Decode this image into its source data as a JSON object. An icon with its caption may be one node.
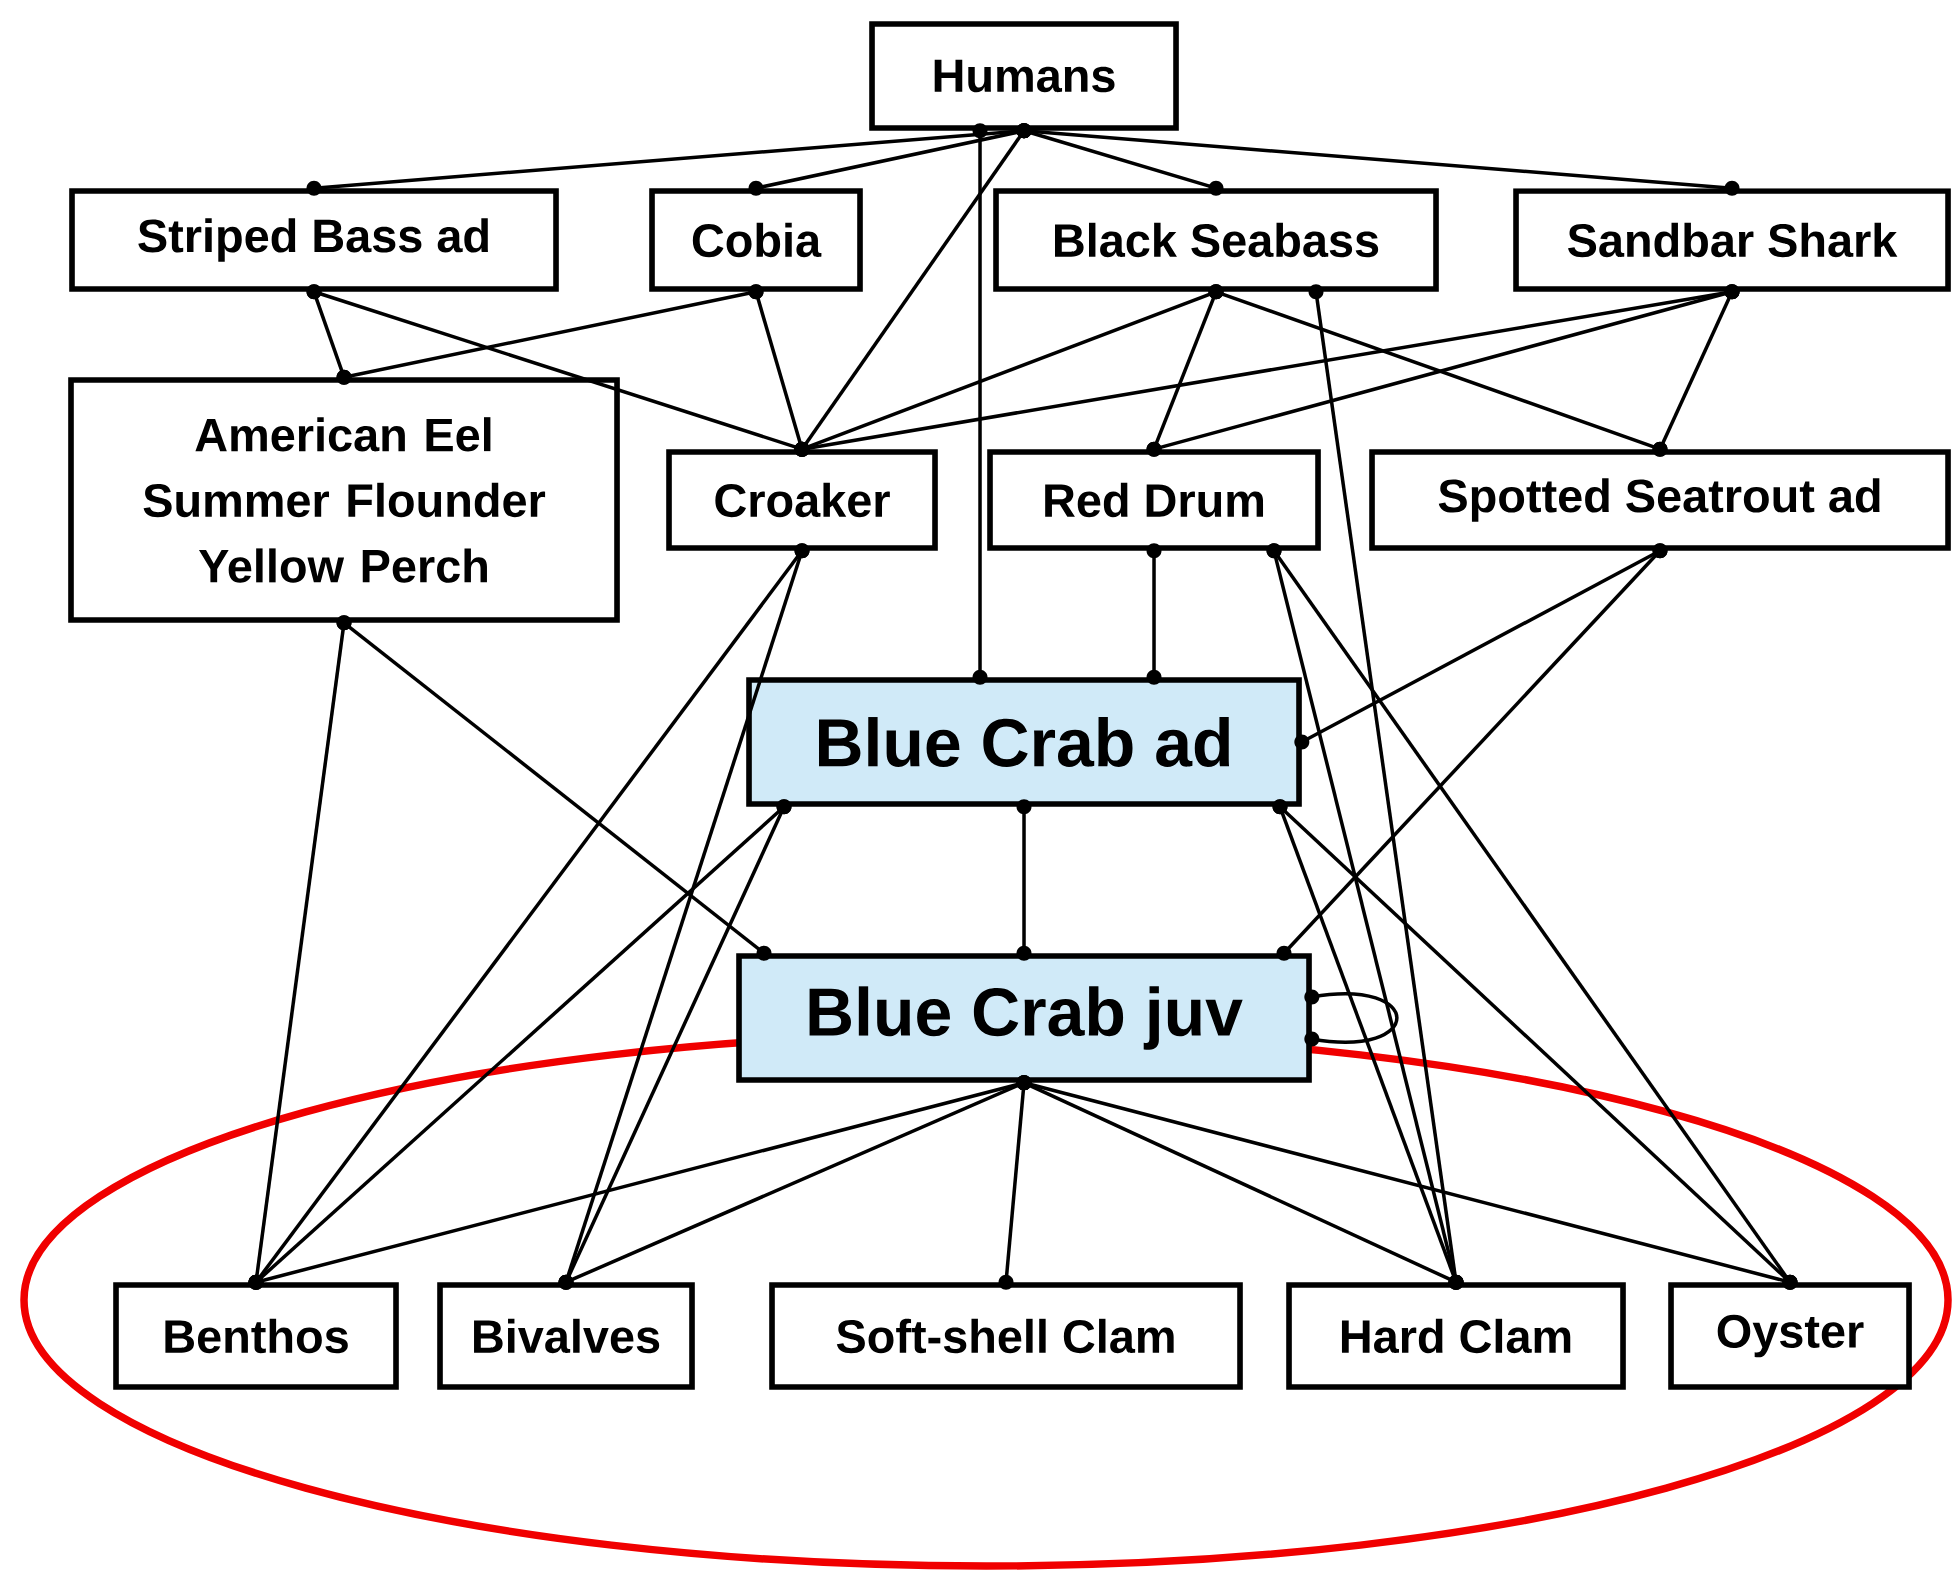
{
  "diagram": {
    "nodes": [
      {
        "text": [
          "Humans"
        ]
      },
      {
        "text": [
          "Striped Bass ad"
        ]
      },
      {
        "text": [
          "Cobia"
        ]
      },
      {
        "text": [
          "Black Seabass"
        ]
      },
      {
        "text": [
          "Sandbar Shark"
        ]
      },
      {
        "text": [
          "American Eel Summer Flounder Yellow Perch"
        ]
      },
      {
        "text": [
          "Croaker"
        ]
      },
      {
        "text": [
          "Red Drum"
        ]
      },
      {
        "text": [
          "Spotted Seatrout ad"
        ]
      },
      {
        "text": [
          "Blue Crab ad"
        ]
      },
      {
        "text": [
          "Blue Crab juv"
        ]
      },
      {
        "text": [
          "Benthos"
        ]
      },
      {
        "text": [
          "Bivalves"
        ]
      },
      {
        "text": [
          "Soft-shell Clam"
        ]
      },
      {
        "text": [
          "Hard Clam"
        ]
      },
      {
        "text": [
          "Oyster"
        ]
      }
    ],
    "edges": [
      {
        "from": 0,
        "to": 1,
        "arrow": "other"
      },
      {
        "from": 0,
        "to": 2,
        "arrow": "other"
      },
      {
        "from": 0,
        "to": 3,
        "arrow": "other"
      },
      {
        "from": 0,
        "to": 4,
        "arrow": "other"
      },
      {
        "from": 0,
        "to": 6,
        "arrow": "other"
      },
      {
        "from": 0,
        "to": 9,
        "arrow": "other"
      },
      {
        "from": 1,
        "to": 5,
        "arrow": "other"
      },
      {
        "from": 1,
        "to": 6,
        "arrow": "other"
      },
      {
        "from": 2,
        "to": 5,
        "arrow": "other"
      },
      {
        "from": 2,
        "to": 6,
        "arrow": "other"
      },
      {
        "from": 3,
        "to": 6,
        "arrow": "other"
      },
      {
        "from": 3,
        "to": 7,
        "arrow": "other"
      },
      {
        "from": 3,
        "to": 8,
        "arrow": "other"
      },
      {
        "from": 3,
        "to": 14,
        "arrow": "other"
      },
      {
        "from": 4,
        "to": 6,
        "arrow": "other"
      },
      {
        "from": 4,
        "to": 7,
        "arrow": "other"
      },
      {
        "from": 4,
        "to": 8,
        "arrow": "other"
      },
      {
        "from": 5,
        "to": 11,
        "arrow": "other"
      },
      {
        "from": 5,
        "to": 10,
        "arrow": "other"
      },
      {
        "from": 6,
        "to": 11,
        "arrow": "other"
      },
      {
        "from": 6,
        "to": 12,
        "arrow": "other"
      },
      {
        "from": 7,
        "to": 9,
        "arrow": "other"
      },
      {
        "from": 7,
        "to": 14,
        "arrow": "other"
      },
      {
        "from": 7,
        "to": 15,
        "arrow": "other"
      },
      {
        "from": 8,
        "to": 9,
        "arrow": "other"
      },
      {
        "from": 8,
        "to": 10,
        "arrow": "other"
      },
      {
        "from": 9,
        "to": 10,
        "arrow": "other"
      },
      {
        "from": 9,
        "to": 11,
        "arrow": "other"
      },
      {
        "from": 9,
        "to": 12,
        "arrow": "other"
      },
      {
        "from": 9,
        "to": 14,
        "arrow": "other"
      },
      {
        "from": 9,
        "to": 15,
        "arrow": "other"
      },
      {
        "from": 10,
        "to": 10,
        "arrow": "other"
      },
      {
        "from": 10,
        "to": 11,
        "arrow": "other"
      },
      {
        "from": 10,
        "to": 12,
        "arrow": "other"
      },
      {
        "from": 10,
        "to": 13,
        "arrow": "other"
      },
      {
        "from": 10,
        "to": 14,
        "arrow": "other"
      },
      {
        "from": 10,
        "to": 15,
        "arrow": "other"
      }
    ]
  }
}
